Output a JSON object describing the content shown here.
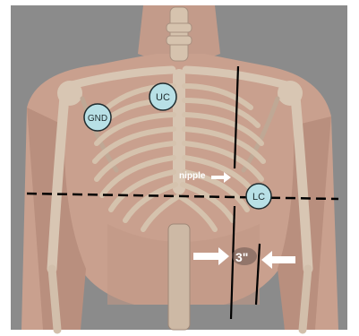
{
  "electrodes": [
    {
      "id": "gnd",
      "label": "GND"
    },
    {
      "id": "uc",
      "label": "UC"
    },
    {
      "id": "lc",
      "label": "LC"
    }
  ],
  "annotations": {
    "nipple_label": "nipple",
    "distance_label": "3\""
  },
  "colors": {
    "background": "#8a8a8a",
    "skin": "#c9a08e",
    "skin_shadow": "#a87f70",
    "bone": "#d8c6b3",
    "bone_shadow": "#a6917f",
    "electrode_fill": "#b8e0e6",
    "electrode_stroke": "#1e2b2e",
    "guide_line": "#000000",
    "arrow": "#ffffff"
  }
}
